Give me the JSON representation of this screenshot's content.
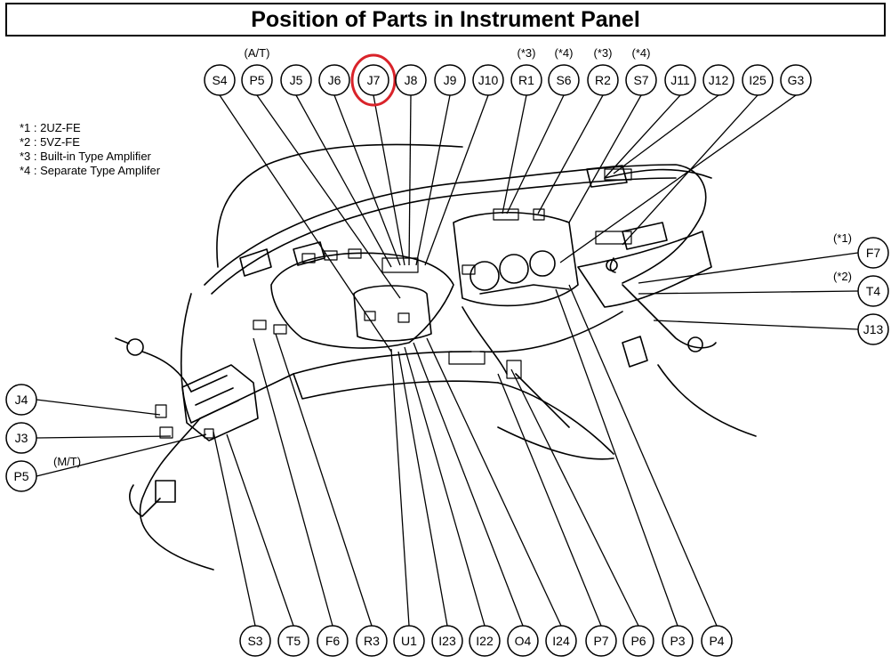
{
  "title": "Position of Parts in Instrument Panel",
  "notes": [
    "*1 : 2UZ-FE",
    "*2 : 5VZ-FE",
    "*3 : Built-in Type Amplifier",
    "*4 : Separate Type Amplifer"
  ],
  "top_connectors": [
    {
      "id": "S4",
      "tag": ""
    },
    {
      "id": "P5",
      "tag": "(A/T)"
    },
    {
      "id": "J5",
      "tag": ""
    },
    {
      "id": "J6",
      "tag": ""
    },
    {
      "id": "J7",
      "tag": "",
      "highlighted": true
    },
    {
      "id": "J8",
      "tag": ""
    },
    {
      "id": "J9",
      "tag": ""
    },
    {
      "id": "J10",
      "tag": ""
    },
    {
      "id": "R1",
      "tag": "(*3)"
    },
    {
      "id": "S6",
      "tag": "(*4)"
    },
    {
      "id": "R2",
      "tag": "(*3)"
    },
    {
      "id": "S7",
      "tag": "(*4)"
    },
    {
      "id": "J11",
      "tag": ""
    },
    {
      "id": "J12",
      "tag": ""
    },
    {
      "id": "I25",
      "tag": ""
    },
    {
      "id": "G3",
      "tag": ""
    }
  ],
  "bottom_connectors": [
    "S3",
    "T5",
    "F6",
    "R3",
    "U1",
    "I23",
    "I22",
    "O4",
    "I24",
    "P7",
    "P6",
    "P3",
    "P4"
  ],
  "left_connectors": [
    {
      "id": "J4",
      "tag": ""
    },
    {
      "id": "J3",
      "tag": ""
    },
    {
      "id": "P5",
      "tag": "(M/T)"
    }
  ],
  "right_connectors": [
    {
      "id": "F7",
      "tag": "(*1)"
    },
    {
      "id": "T4",
      "tag": "(*2)"
    },
    {
      "id": "J13",
      "tag": ""
    }
  ],
  "highlight_color": "#d9232a"
}
